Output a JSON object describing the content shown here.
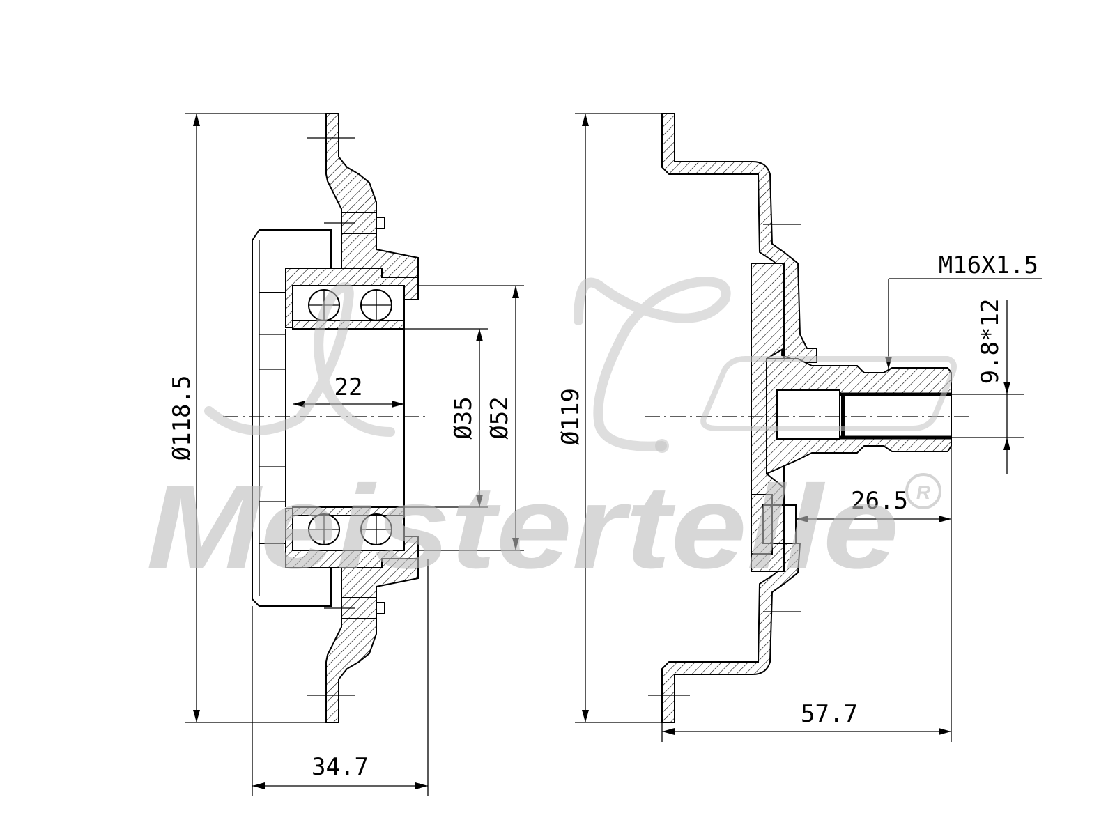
{
  "dimensions": {
    "left_outer_diameter": "Ø118.5",
    "bearing_width": "22",
    "inner_diameter": "Ø35",
    "bearing_outer_diameter": "Ø52",
    "left_overall_width": "34.7",
    "right_outer_diameter": "Ø119",
    "thread": "M16X1.5",
    "bore": "9.8*12",
    "hub_length": "26.5",
    "right_overall_length": "57.7"
  },
  "watermark": {
    "brand": "Meistertelle",
    "registered_mark": "R"
  },
  "colors": {
    "line": "#000000",
    "watermark": "#bdbdbd"
  }
}
